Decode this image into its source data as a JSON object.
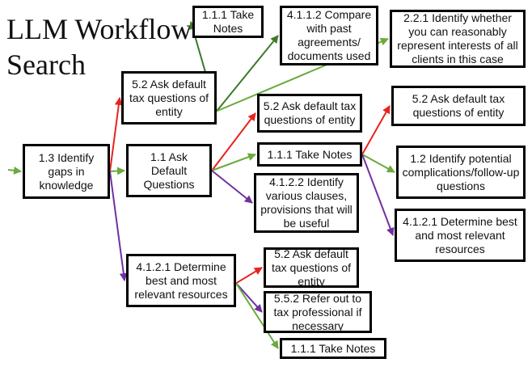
{
  "title": "LLM Workflow\nSearch",
  "colors": {
    "red": "#e8231f",
    "green": "#6aab3c",
    "dark_green": "#3c7a2a",
    "purple": "#7030a0",
    "border": "#000000"
  },
  "nodes": {
    "n13": "1.3 Identify gaps in knowledge",
    "n52_top": "5.2 Ask default tax questions of entity",
    "n11_ask": "1.1 Ask Default Questions",
    "n4121_bottom": "4.1.2.1 Determine best and most relevant resources",
    "n111_top": "1.1.1 Take Notes",
    "n4112": "4.1.1.2 Compare with past agreements/ documents used",
    "n221": "2.2.1 Identify whether you can reasonably represent interests of all clients in this case",
    "n52_mid": "5.2 Ask default tax questions of entity",
    "n111_mid": "1.1.1 Take Notes",
    "n4122": "4.1.2.2 Identify various clauses, provisions that will be useful",
    "n52_right": "5.2 Ask default tax questions of entity",
    "n12": "1.2 Identify potential complications/follow-up questions",
    "n4121_right": "4.1.2.1 Determine best and most relevant resources",
    "n52_bottom": "5.2 Ask default tax questions of entity",
    "n552": "5.5.2 Refer out to tax professional if necessary",
    "n111_bottom": "1.1.1 Take Notes"
  },
  "edges": [
    {
      "from": "entry",
      "to": "n13",
      "color": "green"
    },
    {
      "from": "n13",
      "to": "n52_top",
      "color": "red"
    },
    {
      "from": "n13",
      "to": "n11_ask",
      "color": "green"
    },
    {
      "from": "n13",
      "to": "n4121_bottom",
      "color": "purple"
    },
    {
      "from": "n52_top",
      "to": "n111_top",
      "color": "dark_green"
    },
    {
      "from": "n52_top",
      "to": "n4112",
      "color": "dark_green"
    },
    {
      "from": "n52_top",
      "to": "n221",
      "color": "green"
    },
    {
      "from": "n11_ask",
      "to": "n52_mid",
      "color": "red"
    },
    {
      "from": "n11_ask",
      "to": "n111_mid",
      "color": "green"
    },
    {
      "from": "n11_ask",
      "to": "n4122",
      "color": "purple"
    },
    {
      "from": "n111_mid",
      "to": "n52_right",
      "color": "red"
    },
    {
      "from": "n111_mid",
      "to": "n12",
      "color": "green"
    },
    {
      "from": "n111_mid",
      "to": "n4121_right",
      "color": "purple"
    },
    {
      "from": "n4121_bottom",
      "to": "n52_bottom",
      "color": "red"
    },
    {
      "from": "n4121_bottom",
      "to": "n552",
      "color": "purple"
    },
    {
      "from": "n4121_bottom",
      "to": "n111_bottom",
      "color": "green"
    }
  ]
}
